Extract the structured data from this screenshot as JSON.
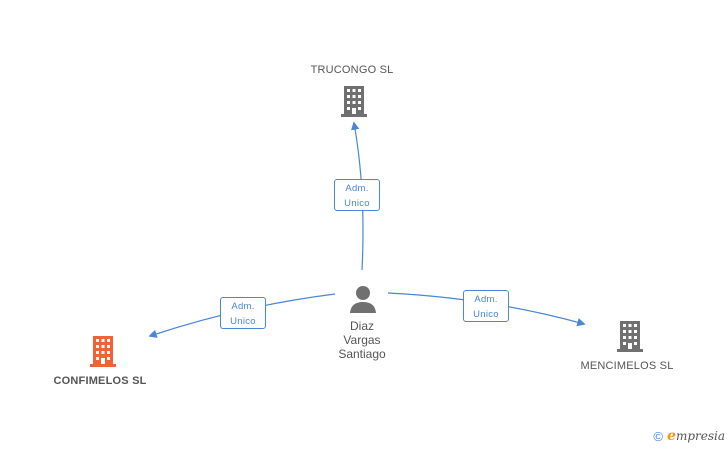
{
  "nodes": {
    "trucongo": {
      "name": "TRUCONGO SL",
      "icon": "building-icon",
      "color": "#707070"
    },
    "confimelos": {
      "name": "CONFIMELOS SL",
      "icon": "building-icon",
      "color": "#f0623a"
    },
    "mencimelos": {
      "name": "MENCIMELOS SL",
      "icon": "building-icon",
      "color": "#707070"
    },
    "person": {
      "line1": "Diaz",
      "line2": "Vargas",
      "line3": "Santiago",
      "icon": "person-icon",
      "color": "#707070"
    }
  },
  "edges": [
    {
      "to": "TRUCONGO SL",
      "line1": "Adm.",
      "line2": "Unico"
    },
    {
      "to": "CONFIMELOS SL",
      "line1": "Adm.",
      "line2": "Unico"
    },
    {
      "to": "MENCIMELOS SL",
      "line1": "Adm.",
      "line2": "Unico"
    }
  ],
  "edge_color": "#4a86d4",
  "footer": {
    "copyright_symbol": "©",
    "brand_initial": "e",
    "brand_rest": "mpresia"
  }
}
